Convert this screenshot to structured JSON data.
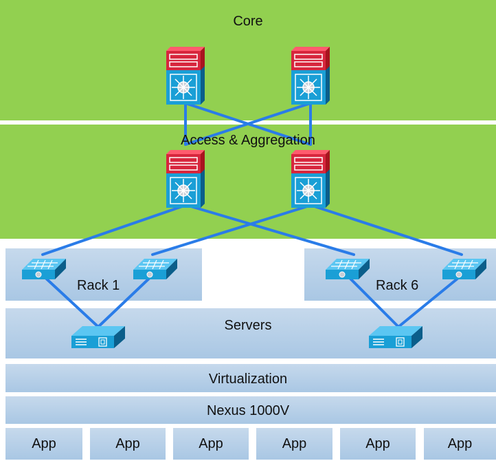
{
  "layers": {
    "core": "Core",
    "access": "Access & Aggregation",
    "servers": "Servers",
    "virtualization": "Virtualization",
    "nexus": "Nexus 1000V"
  },
  "racks": [
    "Rack 1",
    "Rack 6"
  ],
  "apps": [
    "App",
    "App",
    "App",
    "App",
    "App",
    "App"
  ],
  "colors": {
    "layer3_band": "#92d050",
    "layer2_band": "#b9d1ea",
    "link": "#2a7ce8",
    "switch_top": "#d7263d",
    "switch_body": "#1a9fd6"
  },
  "icons": [
    "core-switch-icon",
    "aggregation-switch-icon",
    "top-of-rack-switch-icon",
    "server-icon"
  ]
}
